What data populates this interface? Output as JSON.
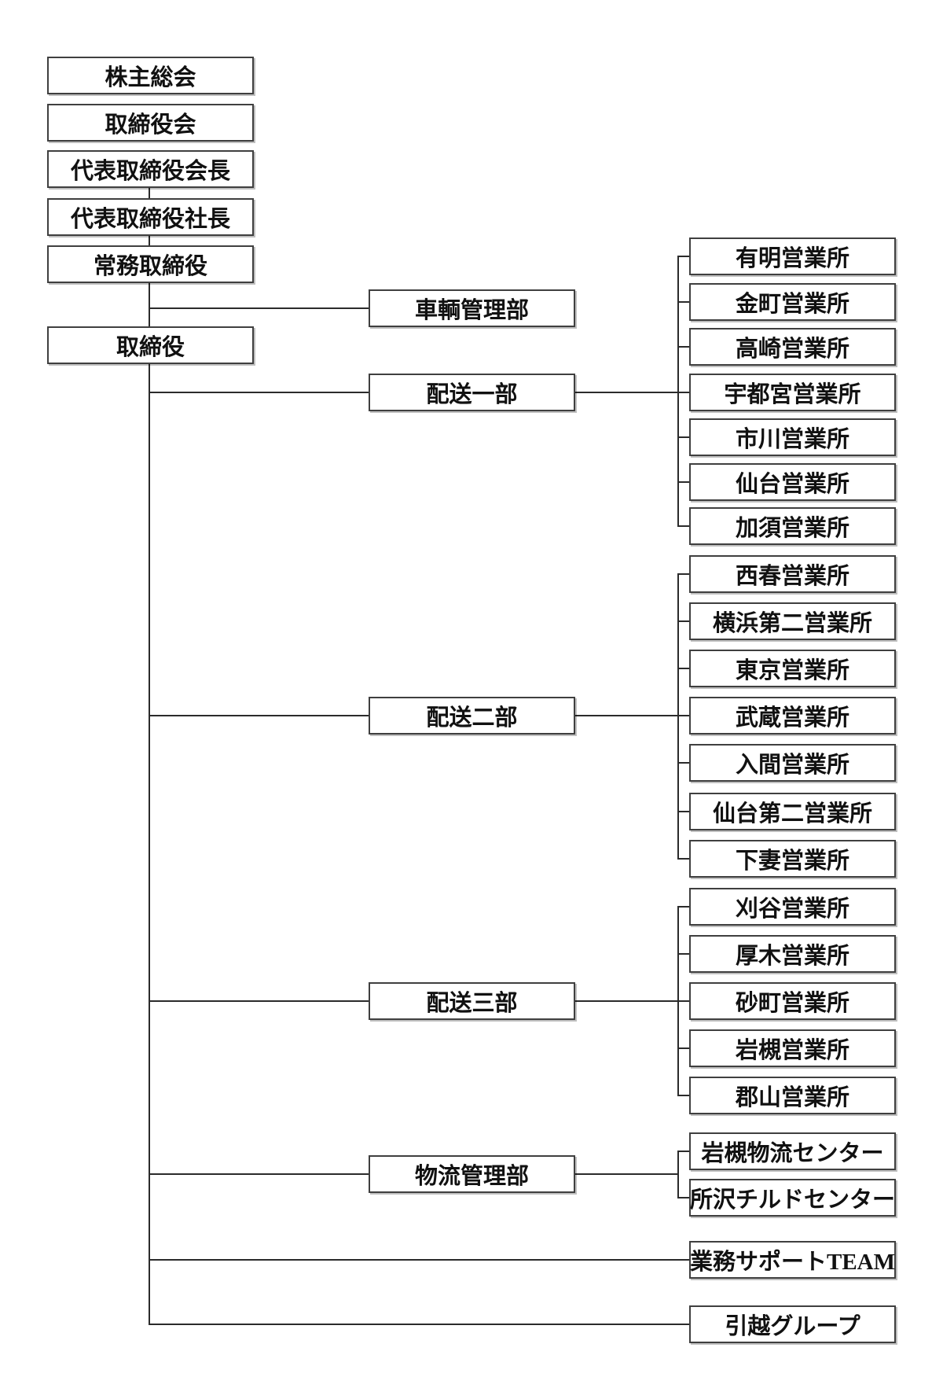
{
  "org": {
    "chart_type": "organization-chart",
    "governance_chain": [
      "株主総会",
      "取締役会",
      "代表取締役会長",
      "代表取締役社長",
      "常務取締役",
      "取締役"
    ],
    "departments": [
      {
        "name": "車輌管理部",
        "offices": []
      },
      {
        "name": "配送一部",
        "offices": [
          "有明営業所",
          "金町営業所",
          "高崎営業所",
          "宇都宮営業所",
          "市川営業所",
          "仙台営業所",
          "加須営業所"
        ]
      },
      {
        "name": "配送二部",
        "offices": [
          "西春営業所",
          "横浜第二営業所",
          "東京営業所",
          "武蔵営業所",
          "入間営業所",
          "仙台第二営業所",
          "下妻営業所"
        ]
      },
      {
        "name": "配送三部",
        "offices": [
          "刈谷営業所",
          "厚木営業所",
          "砂町営業所",
          "岩槻営業所",
          "郡山営業所"
        ]
      },
      {
        "name": "物流管理部",
        "offices": [
          "岩槻物流センター",
          "所沢チルドセンター"
        ]
      }
    ],
    "direct_units": [
      "業務サポートTEAM",
      "引越グループ"
    ],
    "colors": {
      "background": "#ffffff",
      "box_border": "#3f3f3f",
      "connector": "#2b2b2b",
      "text": "#111111"
    }
  }
}
